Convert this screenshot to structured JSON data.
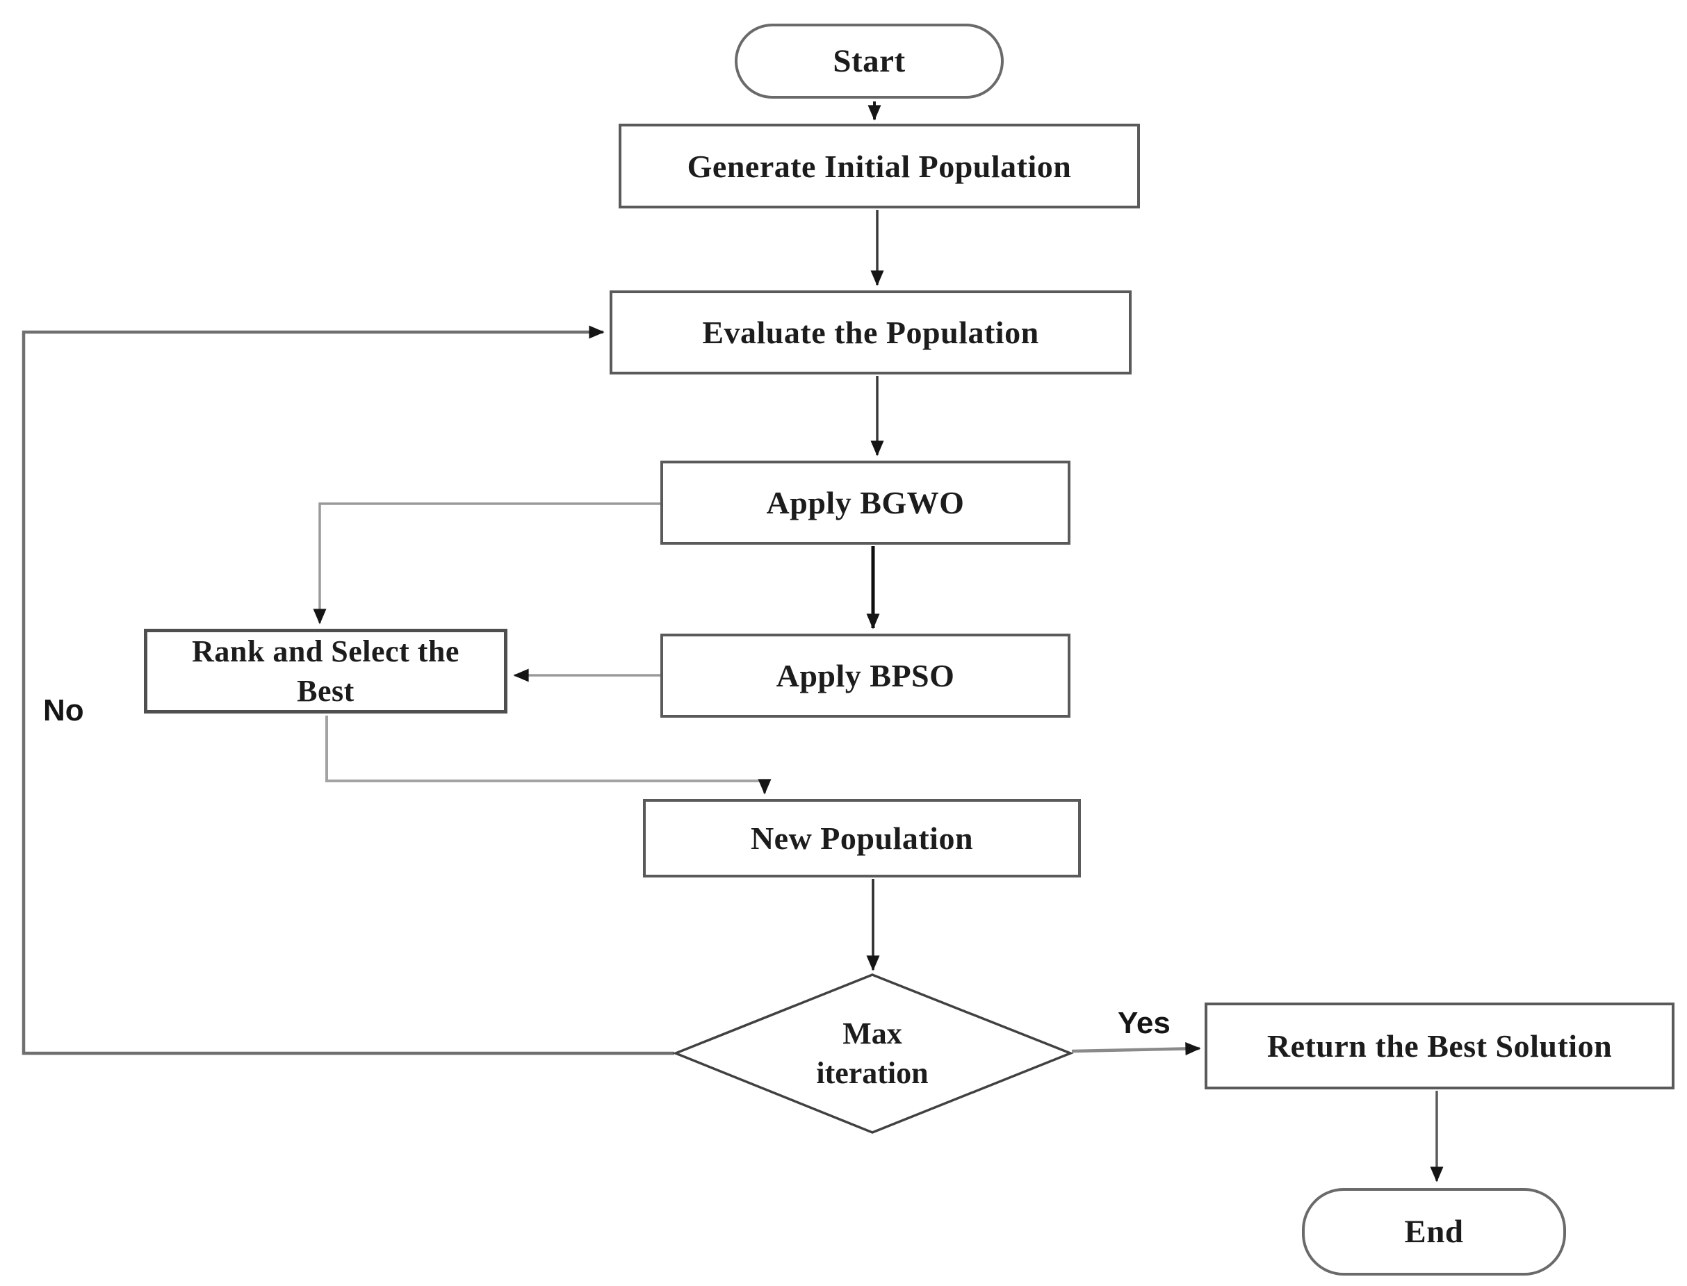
{
  "diagram": {
    "type": "flowchart",
    "nodes": {
      "start": "Start",
      "generate": "Generate Initial Population",
      "evaluate": "Evaluate the Population",
      "bgwo": "Apply BGWO",
      "bpso": "Apply BPSO",
      "rank": "Rank and Select the Best",
      "new_population": "New Population",
      "decision": "Max iteration",
      "return_best": "Return the Best Solution",
      "end": "End"
    },
    "edge_labels": {
      "yes": "Yes",
      "no": "No"
    },
    "flow": [
      "Start -> Generate Initial Population",
      "Generate Initial Population -> Evaluate the Population",
      "Evaluate the Population -> Apply BGWO",
      "Apply BGWO -> Apply BPSO",
      "Apply BGWO -> Rank and Select the Best",
      "Apply BPSO -> Rank and Select the Best",
      "Rank and Select the Best -> New Population",
      "New Population -> Max iteration",
      "Max iteration -No-> Evaluate the Population",
      "Max iteration -Yes-> Return the Best Solution",
      "Return the Best Solution -> End"
    ],
    "colors": {
      "background": "#ffffff",
      "box_border": "#5a5a5a",
      "oval_border": "#6a6a6a",
      "diamond_border": "#414141",
      "dark_line": "#1f1f1f",
      "gray_line": "#9a9a9a",
      "loop_line": "#6f6f6f",
      "text": "#1c1c1c"
    }
  }
}
